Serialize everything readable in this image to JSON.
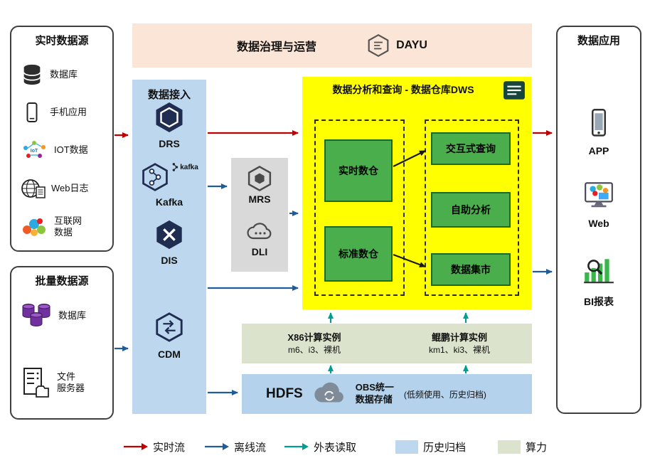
{
  "realtime_sources": {
    "title": "实时数据源",
    "items": [
      {
        "label": "数据库",
        "icon": "database-icon"
      },
      {
        "label": "手机应用",
        "icon": "phone-icon"
      },
      {
        "label": "IOT数据",
        "icon": "iot-icon"
      },
      {
        "label": "Web日志",
        "icon": "web-log-icon"
      },
      {
        "label": "互联网\n数据",
        "icon": "internet-data-icon"
      }
    ]
  },
  "batch_sources": {
    "title": "批量数据源",
    "items": [
      {
        "label": "数据库",
        "icon": "purple-database-icon"
      },
      {
        "label": "文件\n服务器",
        "icon": "file-server-icon"
      }
    ]
  },
  "governance": {
    "title": "数据治理与运营",
    "product": "DAYU"
  },
  "ingestion": {
    "title": "数据接入",
    "services": [
      "DRS",
      "Kafka",
      "DIS",
      "CDM"
    ],
    "kafka_wordmark": "kafka"
  },
  "processing": {
    "services": [
      "MRS",
      "DLI"
    ]
  },
  "dws": {
    "title": "数据分析和查询 - 数据仓库DWS",
    "left_modules": [
      "实时数仓",
      "标准数仓"
    ],
    "right_modules": [
      "交互式查询",
      "自助分析",
      "数据集市"
    ]
  },
  "compute": {
    "x86": {
      "title": "X86计算实例",
      "spec": "m6、i3、裸机"
    },
    "kunpeng": {
      "title": "鲲鹏计算实例",
      "spec": "km1、ki3、裸机"
    }
  },
  "storage": {
    "hdfs": "HDFS",
    "obs_line1": "OBS统一",
    "obs_line2": "数据存储",
    "note": "(低频使用、历史归档)"
  },
  "applications": {
    "title": "数据应用",
    "items": [
      {
        "label": "APP",
        "icon": "app-phone-icon"
      },
      {
        "label": "Web",
        "icon": "web-monitor-icon"
      },
      {
        "label": "BI报表",
        "icon": "bi-report-icon"
      }
    ]
  },
  "legend": {
    "realtime": "实时流",
    "offline": "离线流",
    "external_read": "外表读取",
    "archive": "历史归档",
    "compute_power": "算力"
  },
  "colors": {
    "realtime_flow": "#c00000",
    "offline_flow": "#1f5c99",
    "external_read_flow": "#009e8f",
    "archive_fill": "#bdd7ee",
    "compute_fill": "#dce3cc",
    "dws_fill": "#ffff00",
    "module_fill": "#4aae4d",
    "governance_fill": "#fbe5d6",
    "ingestion_fill": "#bdd7ee",
    "processing_fill": "#d9d9d9"
  }
}
